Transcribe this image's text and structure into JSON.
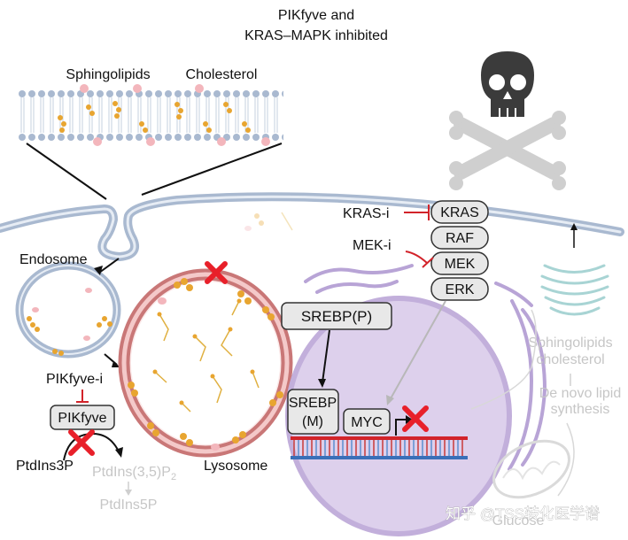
{
  "diagram": {
    "title_line1": "PIKfyve and",
    "title_line2": "KRAS–MAPK inhibited",
    "membrane_labels": {
      "sphingolipids": "Sphingolipids",
      "cholesterol": "Cholesterol"
    },
    "endosome": "Endosome",
    "lysosome": "Lysosome",
    "pikfyve_inhibitor": "PIKfyve-i",
    "pikfyve": "PIKfyve",
    "ptdins3p": "PtdIns3P",
    "ptdins35p2_main": "PtdIns(3,5)P",
    "ptdins35p2_sub": "2",
    "ptdins5p": "PtdIns5P",
    "kras_inhibitor": "KRAS-i",
    "mek_inhibitor": "MEK-i",
    "pathway": [
      "KRAS",
      "RAF",
      "MEK",
      "ERK"
    ],
    "srebp_p": "SREBP(P)",
    "srebp_m_line1": "SREBP",
    "srebp_m_line2": "(M)",
    "myc": "MYC",
    "sphingo_chol_line1": "Sphingolipids",
    "sphingo_chol_line2": "cholesterol",
    "de_novo_line1": "De novo lipid",
    "de_novo_line2": "synthesis",
    "glucose": "Glucose",
    "watermark": "知乎 @TSS转化医学谱"
  },
  "colors": {
    "membrane_blue": "#a9b9d0",
    "lysosome_pink": "#d99a9a",
    "nucleus_purple": "#cbbde0",
    "inhibition_red": "#d2232a",
    "cross_red": "#e8202a",
    "lipid_orange": "#e8a530",
    "box_grey": "#e8e8e8"
  },
  "icons": [
    "skull-crossbones-icon",
    "red-x-icon",
    "mitochondrion-icon",
    "golgi-icon",
    "dna-icon"
  ]
}
